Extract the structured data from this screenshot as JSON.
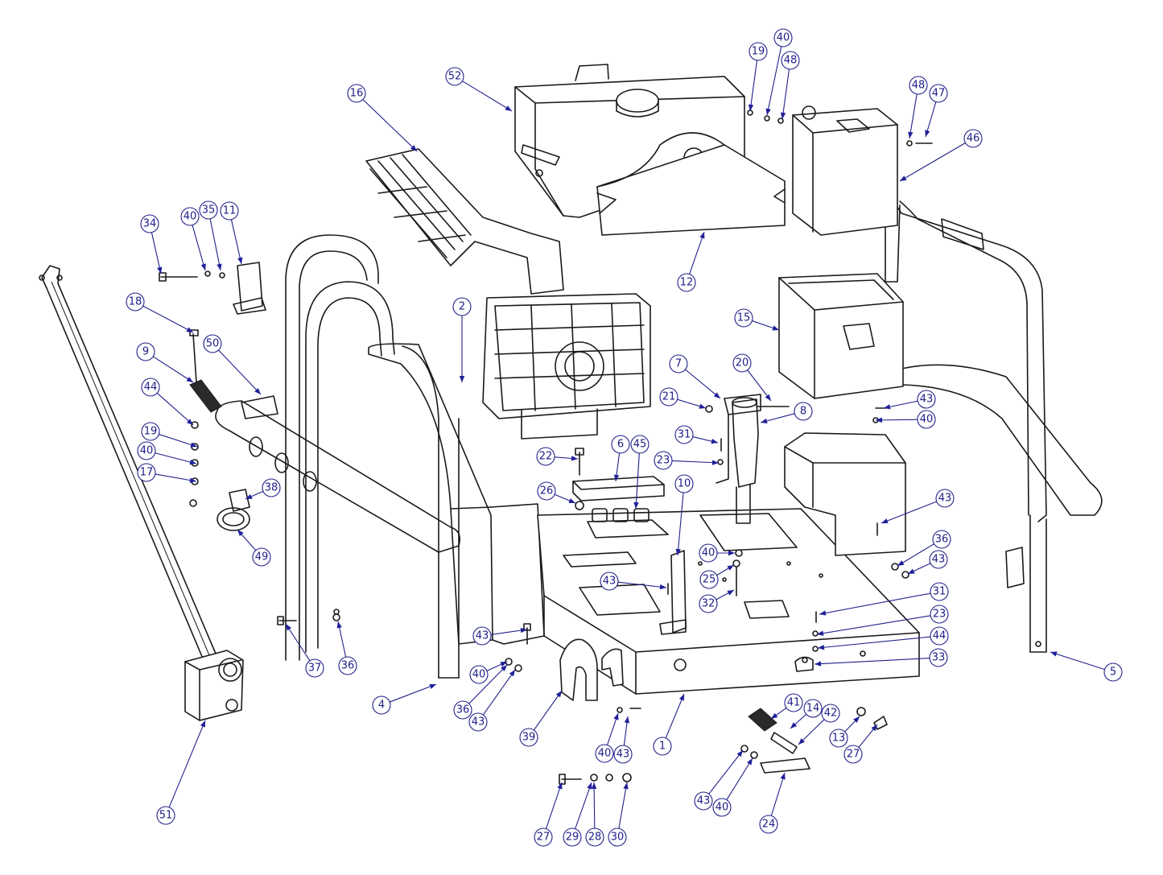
{
  "callouts": [
    {
      "label": "1"
    },
    {
      "label": "2"
    },
    {
      "label": "4"
    },
    {
      "label": "5"
    },
    {
      "label": "6"
    },
    {
      "label": "7"
    },
    {
      "label": "8"
    },
    {
      "label": "9"
    },
    {
      "label": "10"
    },
    {
      "label": "11"
    },
    {
      "label": "12"
    },
    {
      "label": "13"
    },
    {
      "label": "14"
    },
    {
      "label": "15"
    },
    {
      "label": "16"
    },
    {
      "label": "17"
    },
    {
      "label": "18"
    },
    {
      "label": "19"
    },
    {
      "label": "19"
    },
    {
      "label": "20"
    },
    {
      "label": "21"
    },
    {
      "label": "22"
    },
    {
      "label": "23"
    },
    {
      "label": "23"
    },
    {
      "label": "24"
    },
    {
      "label": "25"
    },
    {
      "label": "26"
    },
    {
      "label": "27"
    },
    {
      "label": "27"
    },
    {
      "label": "28"
    },
    {
      "label": "29"
    },
    {
      "label": "30"
    },
    {
      "label": "31"
    },
    {
      "label": "31"
    },
    {
      "label": "32"
    },
    {
      "label": "33"
    },
    {
      "label": "34"
    },
    {
      "label": "35"
    },
    {
      "label": "36"
    },
    {
      "label": "36"
    },
    {
      "label": "36"
    },
    {
      "label": "37"
    },
    {
      "label": "38"
    },
    {
      "label": "39"
    },
    {
      "label": "40"
    },
    {
      "label": "40"
    },
    {
      "label": "40"
    },
    {
      "label": "40"
    },
    {
      "label": "40"
    },
    {
      "label": "40"
    },
    {
      "label": "40"
    },
    {
      "label": "40"
    },
    {
      "label": "41"
    },
    {
      "label": "42"
    },
    {
      "label": "43"
    },
    {
      "label": "43"
    },
    {
      "label": "43"
    },
    {
      "label": "43"
    },
    {
      "label": "43"
    },
    {
      "label": "43"
    },
    {
      "label": "43"
    },
    {
      "label": "43"
    },
    {
      "label": "44"
    },
    {
      "label": "44"
    },
    {
      "label": "45"
    },
    {
      "label": "46"
    },
    {
      "label": "47"
    },
    {
      "label": "48"
    },
    {
      "label": "48"
    },
    {
      "label": "49"
    },
    {
      "label": "50"
    },
    {
      "label": "51"
    },
    {
      "label": "52"
    }
  ]
}
